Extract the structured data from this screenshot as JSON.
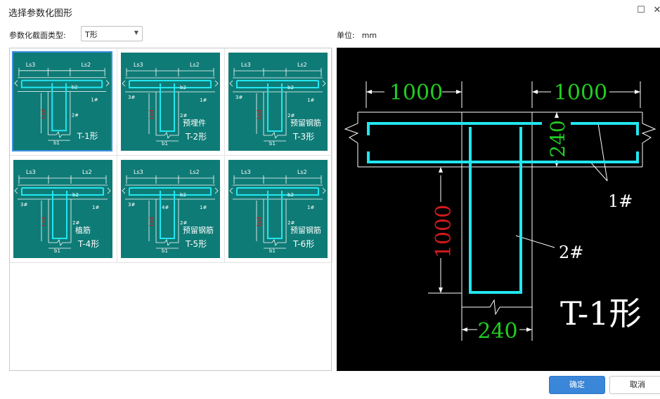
{
  "dialog": {
    "title": "选择参数化图形",
    "maximize_icon": "☐",
    "close_icon": "✕"
  },
  "section_type": {
    "label": "参数化截面类型:",
    "selected": "T形"
  },
  "unit": {
    "label": "单位:",
    "value": "mm"
  },
  "shapes": [
    {
      "name": "T-1形",
      "ls3": "Ls3",
      "ls2": "Ls2",
      "b1": "b1",
      "b2": "b2",
      "lsd": "Lsd",
      "bar1": "1#",
      "bar2": "2#",
      "bar3": "",
      "bar4": "",
      "note": ""
    },
    {
      "name": "T-2形",
      "ls3": "Ls3",
      "ls2": "Ls2",
      "b1": "b1",
      "b2": "b2",
      "lsd": "Lsd",
      "bar1": "1#",
      "bar2": "2#",
      "bar3": "3#",
      "bar4": "",
      "note": "预埋件"
    },
    {
      "name": "T-3形",
      "ls3": "Ls3",
      "ls2": "Ls2",
      "b1": "b1",
      "b2": "b2",
      "lsd": "Lsd",
      "bar1": "1#",
      "bar2": "2#",
      "bar3": "3#",
      "bar4": "",
      "note": "预留钢筋"
    },
    {
      "name": "T-4形",
      "ls3": "Ls3",
      "ls2": "Ls2",
      "b1": "b1",
      "b2": "b2",
      "lsd": "Lsd",
      "bar1": "1#",
      "bar2": "2#",
      "bar3": "3#",
      "bar4": "",
      "note": "植筋"
    },
    {
      "name": "T-5形",
      "ls3": "Ls3",
      "ls2": "Ls2",
      "b1": "b1",
      "b2": "b2",
      "lsd": "Lsd",
      "bar1": "1#",
      "bar2": "2#",
      "bar3": "3#",
      "bar4": "4#",
      "note": "预留钢筋"
    },
    {
      "name": "T-6形",
      "ls3": "Ls3",
      "ls2": "Ls2",
      "b1": "b1",
      "b2": "b2",
      "lsd": "Lsd",
      "bar1": "1#",
      "bar2": "2#",
      "bar3": "",
      "bar4": "",
      "note": "预留钢筋"
    }
  ],
  "preview": {
    "shape_name": "T-1形",
    "dim_left": "1000",
    "dim_right": "1000",
    "dim_flange": "240",
    "dim_web_height": "1000",
    "dim_web_width": "240",
    "bar1": "1#",
    "bar2": "2#"
  },
  "buttons": {
    "ok": "确定",
    "cancel": "取消"
  },
  "colors": {
    "thumb_bg": "#0f7b76",
    "rebar": "#22e6f0",
    "dim_green": "#22cc22",
    "dim_red": "#d11a1a",
    "selected_border": "#3b8fe0",
    "ok_button": "#3a86d8"
  }
}
